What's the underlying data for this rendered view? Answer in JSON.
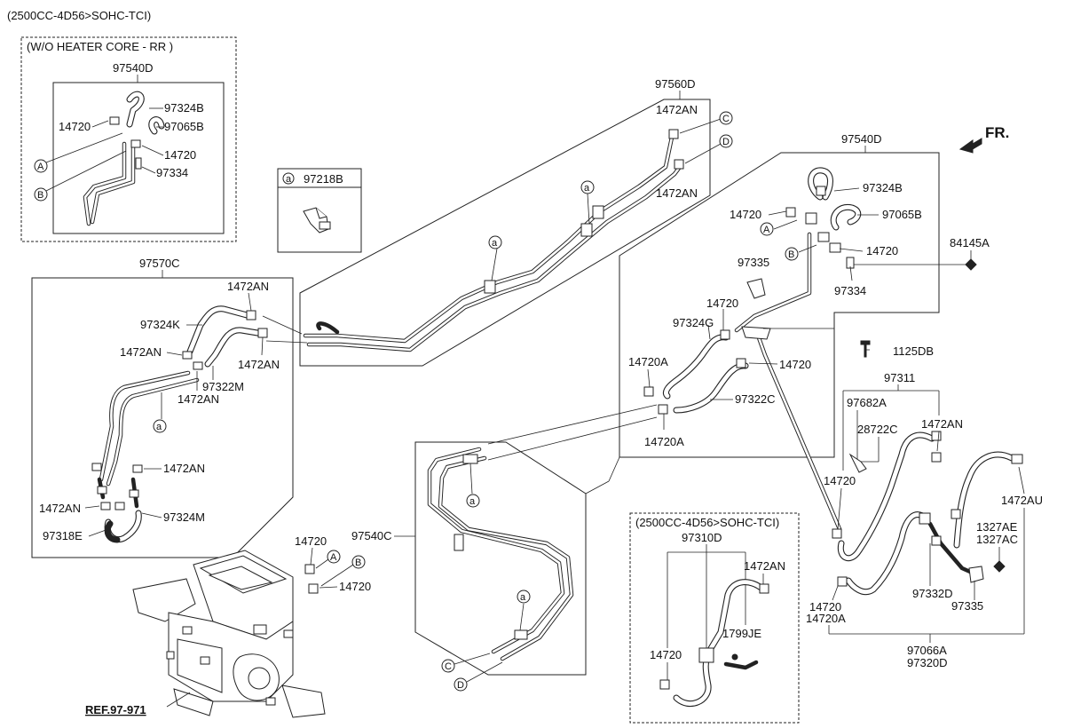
{
  "diagram": {
    "engine_header": "(2500CC-4D56>SOHC-TCI)",
    "heater_core_box": {
      "title": "(W/O HEATER CORE - RR )",
      "assembly": "97540D",
      "labels": [
        "97324B",
        "14720",
        "97065B",
        "14720",
        "97334"
      ],
      "markers": [
        "A",
        "B"
      ]
    },
    "bracket_box": {
      "marker": "a",
      "part": "97218B"
    },
    "rear_hose_box": {
      "assembly": "97570C",
      "labels": [
        "1472AN",
        "97324K",
        "1472AN",
        "1472AN",
        "97322M",
        "1472AN",
        "1472AN",
        "1472AN",
        "97324M",
        "97318E"
      ],
      "markers": [
        "a"
      ]
    },
    "long_pipe": {
      "assembly": "97560D",
      "labels": [
        "1472AN",
        "1472AN"
      ],
      "markers": [
        "C",
        "D",
        "a",
        "a"
      ]
    },
    "main_hose_box": {
      "assembly": "97540D",
      "labels": [
        "97324B",
        "14720",
        "97065B",
        "14720",
        "84145A",
        "97335",
        "97334",
        "14720",
        "97324G",
        "1125DB",
        "14720A",
        "14720",
        "97322C",
        "14720A"
      ],
      "markers": [
        "A",
        "B"
      ]
    },
    "front_label": "FR.",
    "under_pipe": {
      "assembly": "97540C",
      "markers": [
        "a",
        "a",
        "C",
        "D"
      ]
    },
    "unit": {
      "ref": "REF.97-971",
      "labels": [
        "14720",
        "14720"
      ],
      "markers": [
        "A",
        "B"
      ]
    },
    "inset_box": {
      "title": "(2500CC-4D56>SOHC-TCI)",
      "assembly": "97310D",
      "labels": [
        "1472AN",
        "14720",
        "1799JE"
      ]
    },
    "right_group": {
      "assembly": "97311",
      "labels": [
        "97682A",
        "28722C",
        "1472AN",
        "14720",
        "1472AU",
        "1327AE",
        "1327AC",
        "97332D",
        "97335",
        "14720",
        "14720A",
        "97066A",
        "97320D"
      ]
    }
  }
}
